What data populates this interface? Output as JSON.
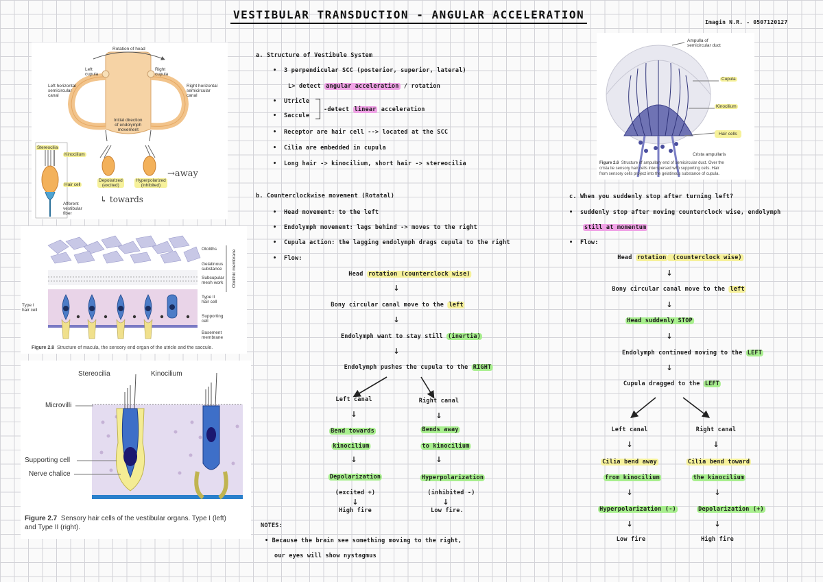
{
  "header": {
    "title": "VESTIBULAR TRANSDUCTION - ANGULAR ACCELERATION",
    "author": "Imagin N.R. - 0507120127"
  },
  "fig_left_top": {
    "rotation": "Rotation of head",
    "left_cupula": "Left\ncupula",
    "right_cupula": "Right\ncupula",
    "left_canal": "Left horizontal\nsemicircular\ncanal",
    "right_canal": "Right horizontal\nsemicircular\ncanal",
    "initial": "Initial direction\nof endolymph\nmovement",
    "stereocilia": "Stereocilia",
    "kinocilium": "Kinocilium",
    "hair_cell": "Hair cell",
    "afferent": "Afferent\nvestibular\nfiber",
    "depolarized": "Depolarized\n(excited)",
    "hyperpolarized": "Hyperpolarized\n(inhibited)",
    "hand_away": "away",
    "hand_towards": "towards"
  },
  "fig_macula": {
    "otoliths": "Otoliths",
    "gelatinous": "Gelatinous\nsubstance",
    "subcupular": "Subcupular\nmesh work",
    "type2": "Type II\nhair cell",
    "supporting": "Supporting\ncell",
    "basement": "Basement\nmembrane",
    "type1": "Type I\nhair cell",
    "otolithic": "Otolithic membrane",
    "caption_num": "Figure 2.8",
    "caption": "Structure of macula, the sensory end organ of the utricle and the saccule."
  },
  "fig_hair": {
    "stereocilia": "Stereocilia",
    "kinocilium": "Kinocilium",
    "microvilli": "Microvilli",
    "supporting": "Supporting cell",
    "nerve": "Nerve chalice",
    "caption_num": "Figure 2.7",
    "caption": "Sensory hair cells of the vestibular organs. Type I (left)\nand Type II (right)."
  },
  "fig_ampulla": {
    "ampulla": "Ampulla of\nsemicircular duct",
    "cupula": "Cupula",
    "kinocilium": "Kinocilium",
    "hair_cells": "Hair cells",
    "crista": "Crista ampullaris",
    "caption_num": "Figure 2.6",
    "caption": "Structure of ampullary end of semicircular duct. Over the\ncrista lie sensory hair cells interspersed with supporting cells. Hair\nfrom sensory cells project into the gelatinous substance of cupula."
  },
  "section_a": {
    "heading": "a.  Structure of Vestibule System",
    "b1_pre": "3 perpendicular SCC (",
    "b1_mid": "posterior, superior, lateral",
    "b1_post": ")",
    "b1_sub_pre": "L> detect ",
    "b1_sub_hl": "angular acceleration",
    "b1_sub_post": " / rotation",
    "b2a": "Utricle",
    "b2b": "Saccule",
    "b2_pre": "detect ",
    "b2_hl": "linear",
    "b2_post": " acceleration",
    "b3": "Receptor are hair cell --> located at the SCC",
    "b4": "Cilia are embedded in cupula",
    "b5": "Long hair -> kinocilium, short hair -> stereocilia"
  },
  "section_b": {
    "heading": "b.  Counterclockwise movement (Rotatal)",
    "b1": "Head movement: to the left",
    "b2": "Endolymph movement: lags behind -> moves to the right",
    "b3": "Cupula action: the lagging endolymph drags cupula to the right",
    "b4": "Flow:",
    "f1_pre": "Head ",
    "f1_hl": "rotation (counterclock wise)",
    "f2_pre": "Bony circular canal move to the ",
    "f2_hl": "left",
    "f3_pre": "Endolymph want to stay still ",
    "f3_hl": "(inertia)",
    "f4_pre": "Endolymph pushes the cupula to the ",
    "f4_hl": "RIGHT",
    "left_canal": "Left canal",
    "right_canal": "Right canal",
    "l1": "Bend towards",
    "l2": "kinocilium",
    "l3": "Depolarization",
    "l4": "(excited +)",
    "l5": "High fire",
    "r1": "Bends away",
    "r2": "to kinocilium",
    "r3": "Hyperpolarization",
    "r4": "(inhibited -)",
    "r5": "Low fire.",
    "notes": "NOTES:",
    "note1": "Because the brain see something moving to the right,",
    "note2": "our eyes will show nystagmus"
  },
  "section_c": {
    "heading": "c.  When you suddenly stop after turning left?",
    "b1": "suddenly stop after moving counterclock wise, endolymph",
    "b2_hl": "still at momentum",
    "b3": "Flow:",
    "f1_pre": "Head ",
    "f1_hl": "rotation",
    "f1_post": " (counterclock wise)",
    "f2_pre": "Bony circular canal move to the ",
    "f2_hl": "left",
    "f3_hl": "Head suddenly STOP",
    "f4_pre": "Endolymph continued moving to the ",
    "f4_hl": "LEFT",
    "f5_pre": "Cupula dragged to the ",
    "f5_hl": "LEFT",
    "left_canal": "Left canal",
    "right_canal": "Right canal",
    "l1": "Cilia bend away",
    "l2": "from kinocilium",
    "l3": "Hyperpolarization (-)",
    "l4": "Low fire",
    "r1": "Cilia bend toward",
    "r2": "the kinocilium",
    "r3": "Depolarization (+)",
    "r4": "High fire"
  }
}
